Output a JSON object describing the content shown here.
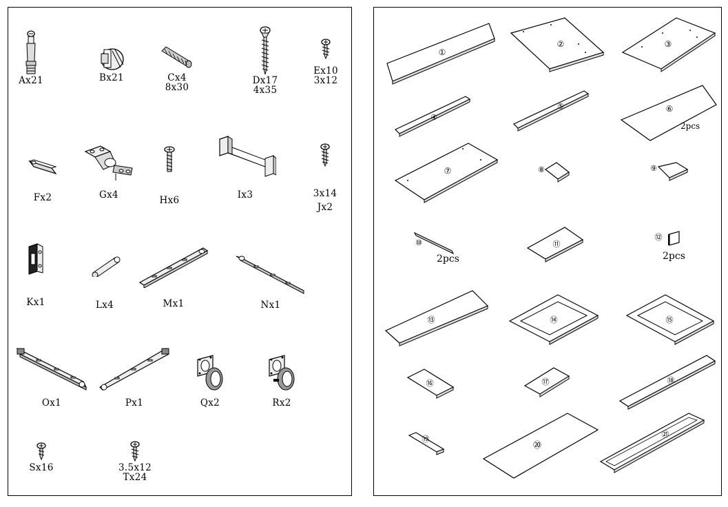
{
  "hardware": {
    "A": {
      "label": "Ax21"
    },
    "B": {
      "label": "Bx21"
    },
    "C": {
      "label": "Cx4",
      "size": "8x30"
    },
    "D": {
      "label": "Dx17",
      "size": "4x35"
    },
    "E": {
      "label": "Ex10",
      "size": "3x12"
    },
    "F": {
      "label": "Fx2"
    },
    "G": {
      "label": "Gx4"
    },
    "H": {
      "label": "Hx6"
    },
    "I": {
      "label": "Ix3"
    },
    "J": {
      "label": "Jx2",
      "size": "3x14"
    },
    "K": {
      "label": "Kx1"
    },
    "L": {
      "label": "Lx4"
    },
    "M": {
      "label": "Mx1"
    },
    "N": {
      "label": "Nx1"
    },
    "O": {
      "label": "Ox1"
    },
    "P": {
      "label": "Px1"
    },
    "Q": {
      "label": "Qx2"
    },
    "R": {
      "label": "Rx2"
    },
    "S": {
      "label": "Sx16"
    },
    "T": {
      "label": "Tx24",
      "size": "3.5x12"
    }
  },
  "parts": [
    "①",
    "②",
    "③",
    "④",
    "⑤",
    "⑥",
    "⑦",
    "⑧",
    "⑨",
    "⑩",
    "⑪",
    "⑫",
    "⑬",
    "⑭",
    "⑮",
    "⑯",
    "⑰",
    "⑱",
    "⑲",
    "⑳",
    "㉑"
  ],
  "notes": {
    "p6": "2pcs",
    "p10": "2pcs",
    "p12": "2pcs"
  }
}
